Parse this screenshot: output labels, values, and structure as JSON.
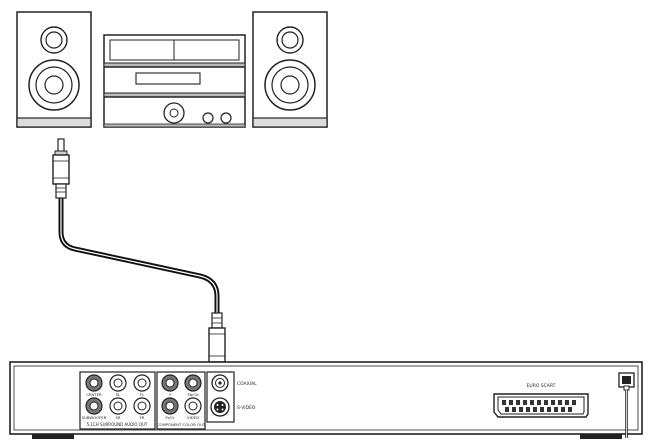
{
  "labels": {
    "center": "CENTER",
    "sl": "SL",
    "fl": "FL",
    "subwoofer": "SUBWOOFER",
    "sr": "SR",
    "fr": "FR",
    "surround": "5.1CH SURROUND AUDIO OUT",
    "y": "Y",
    "pb_cb": "Pb/Cb",
    "pr_cr": "Pr/Cr",
    "video": "VIDEO",
    "component": "COMPONENT COLOR OUT",
    "coaxial": "COAXIAL",
    "svideo": "S-VIDEO",
    "euro_scart": "EURO SCART"
  },
  "icons": [
    "speaker-icon",
    "amplifier-icon",
    "rca-plug-icon",
    "coaxial-cable-icon",
    "scart-connector-icon",
    "power-socket-icon"
  ]
}
